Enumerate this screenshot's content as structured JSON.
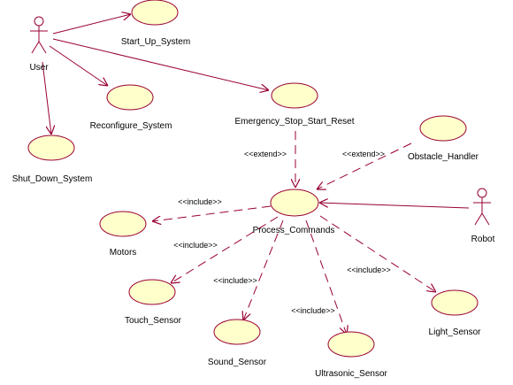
{
  "colors": {
    "line": "#990033",
    "usecase_fill": "#ffffcc",
    "text": "#000000",
    "background": "#ffffff"
  },
  "actors": {
    "user": "User",
    "robot": "Robot"
  },
  "use_cases": {
    "start_up_system": "Start_Up_System",
    "reconfigure_system": "Reconfigure_System",
    "shut_down_system": "Shut_Down_System",
    "emergency_stop_start_reset": "Emergency_Stop_Start_Reset",
    "obstacle_handler": "Obstacle_Handler",
    "process_commands": "Process_Commands",
    "motors": "Motors",
    "touch_sensor": "Touch_Sensor",
    "sound_sensor": "Sound_Sensor",
    "ultrasonic_sensor": "Ultrasonic_Sensor",
    "light_sensor": "Light_Sensor"
  },
  "relations": {
    "extend_emergency": "<<extend>>",
    "extend_obstacle": "<<extend>>",
    "include_motors": "<<include>>",
    "include_touch": "<<include>>",
    "include_sound": "<<include>>",
    "include_ultrasonic": "<<include>>",
    "include_light": "<<include>>"
  }
}
